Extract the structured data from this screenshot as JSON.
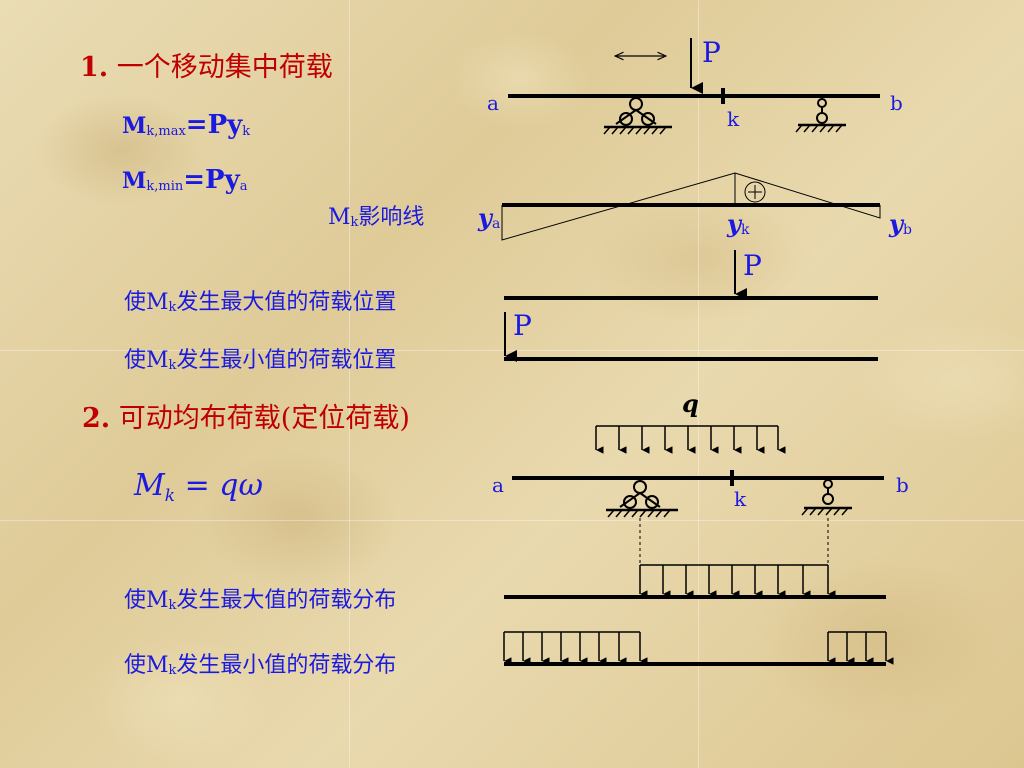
{
  "section1": {
    "title_num": "1.",
    "title_text": "一个移动集中荷载",
    "formula_max": {
      "m": "M",
      "sub": "k,max",
      "eq": "=Py",
      "ysub": "k"
    },
    "formula_min": {
      "m": "M",
      "sub": "k,min",
      "eq": "=Py",
      "ysub": "a"
    },
    "il_label": {
      "m": "M",
      "sub": "k",
      "text": "影响线"
    },
    "max_pos_label": {
      "pre": "使M",
      "sub": "k",
      "post": "发生最大值的荷载位置"
    },
    "min_pos_label": {
      "pre": "使M",
      "sub": "k",
      "post": "发生最小值的荷载位置"
    }
  },
  "section2": {
    "title_num": "2.",
    "title_text": "可动均布荷载(定位荷载)",
    "formula": {
      "m": "M",
      "sub": "k",
      "eq": "= qω"
    },
    "max_dist_label": {
      "pre": "使M",
      "sub": "k",
      "post": "发生最大值的荷载分布"
    },
    "min_dist_label": {
      "pre": "使M",
      "sub": "k",
      "post": "发生最小值的荷载分布"
    }
  },
  "diagram": {
    "load_P": "P",
    "end_a": "a",
    "end_b": "b",
    "point_k": "k",
    "y_a": "y",
    "y_a_sub": "a",
    "y_k": "y",
    "y_k_sub": "k",
    "y_b": "y",
    "y_b_sub": "b",
    "plus_sign": "+",
    "q": "q"
  },
  "colors": {
    "title": "#c00000",
    "text": "#1a1ae0",
    "line": "#000000"
  }
}
